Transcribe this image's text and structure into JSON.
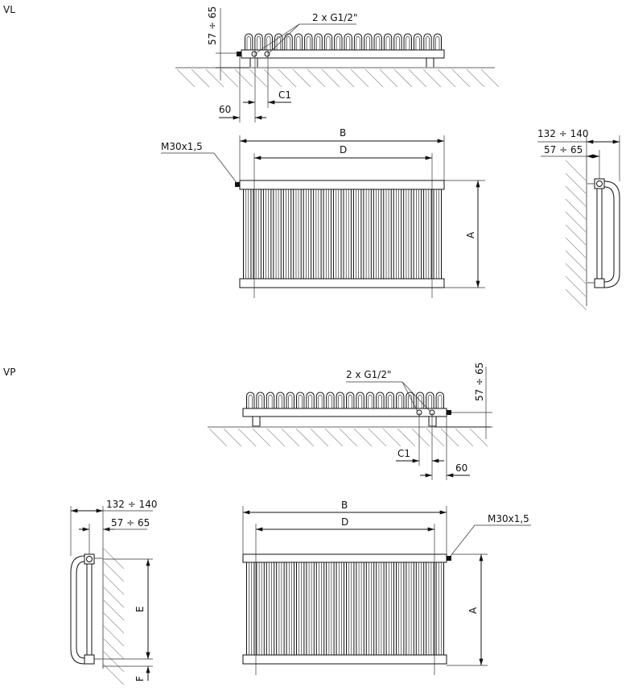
{
  "variants": {
    "vl": {
      "title": "VL",
      "plan": {
        "height_dim": "57 ÷ 65",
        "connection": "2 x G1/2\"",
        "offset_dim": "60",
        "c1": "C1"
      },
      "front": {
        "b": "B",
        "d": "D",
        "a": "A",
        "plug": "M30x1,5"
      },
      "side": {
        "depth_total": "132 ÷ 140",
        "depth_wall": "57 ÷ 65"
      }
    },
    "vp": {
      "title": "VP",
      "plan": {
        "height_dim": "57 ÷ 65",
        "connection": "2 x G1/2\"",
        "offset_dim": "60",
        "c1": "C1"
      },
      "front": {
        "b": "B",
        "d": "D",
        "a": "A",
        "plug": "M30x1,5"
      },
      "side": {
        "depth_total": "132 ÷ 140",
        "depth_wall": "57 ÷ 65",
        "e": "E",
        "f": "F"
      }
    }
  }
}
